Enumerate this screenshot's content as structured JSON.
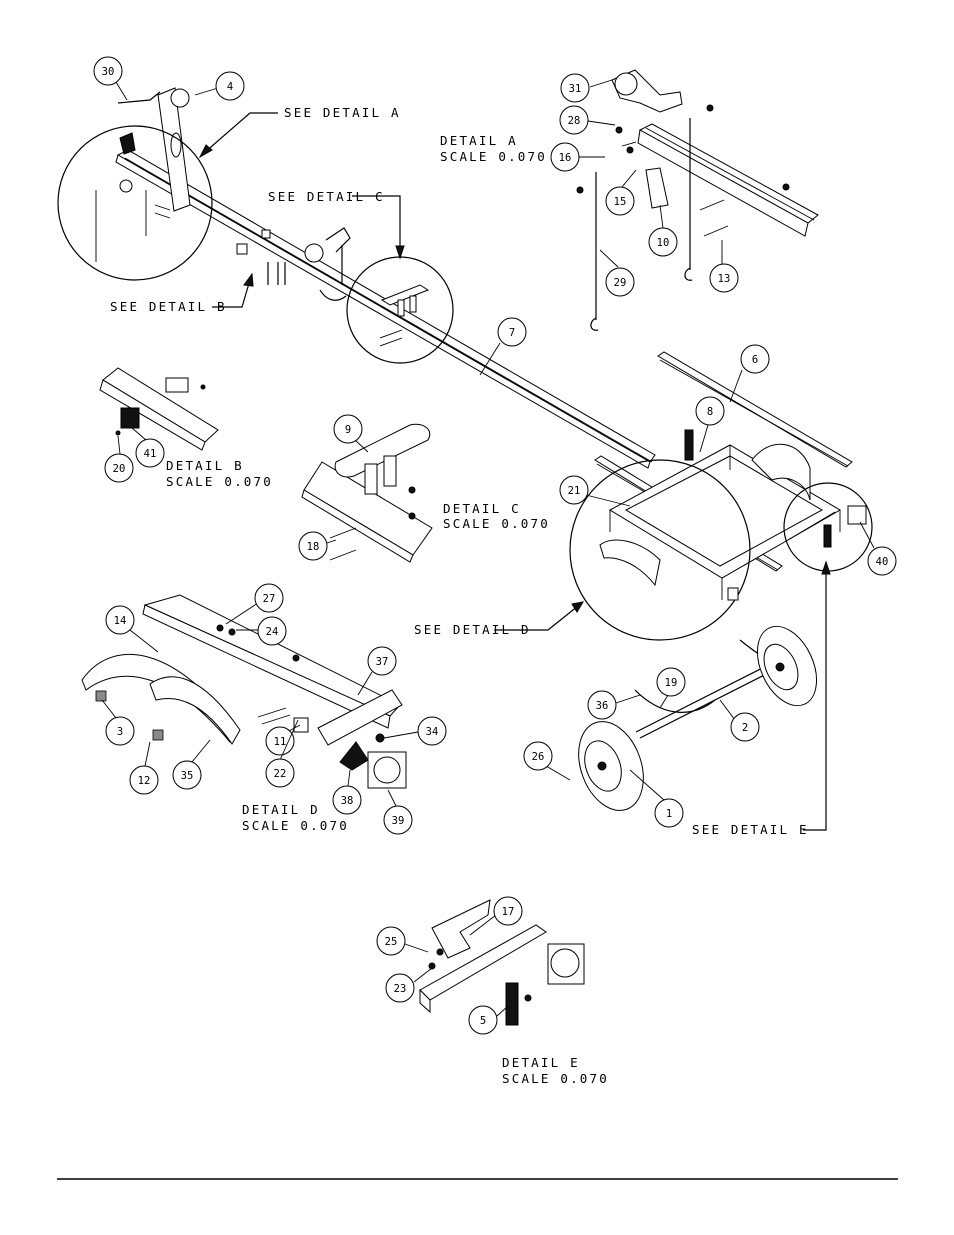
{
  "labels": {
    "see_detail_a": "SEE DETAIL  A",
    "see_detail_b": "SEE DETAIL  B",
    "see_detail_c": "SEE DETAIL  C",
    "see_detail_d": "SEE DETAIL  D",
    "see_detail_e": "SEE DETAIL  E"
  },
  "details": {
    "a": {
      "title": "DETAIL  A",
      "scale": "SCALE  0.070"
    },
    "b": {
      "title": "DETAIL  B",
      "scale": "SCALE  0.070"
    },
    "c": {
      "title": "DETAIL  C",
      "scale": "SCALE  0.070"
    },
    "d": {
      "title": "DETAIL  D",
      "scale": "SCALE  0.070"
    },
    "e": {
      "title": "DETAIL  E",
      "scale": "SCALE  0.070"
    }
  },
  "callouts": [
    "30",
    "4",
    "31",
    "28",
    "16",
    "15",
    "10",
    "29",
    "13",
    "7",
    "6",
    "8",
    "21",
    "40",
    "9",
    "18",
    "20",
    "41",
    "27",
    "24",
    "14",
    "37",
    "34",
    "11",
    "22",
    "3",
    "12",
    "35",
    "38",
    "39",
    "19",
    "36",
    "2",
    "26",
    "1",
    "17",
    "25",
    "23",
    "5"
  ]
}
